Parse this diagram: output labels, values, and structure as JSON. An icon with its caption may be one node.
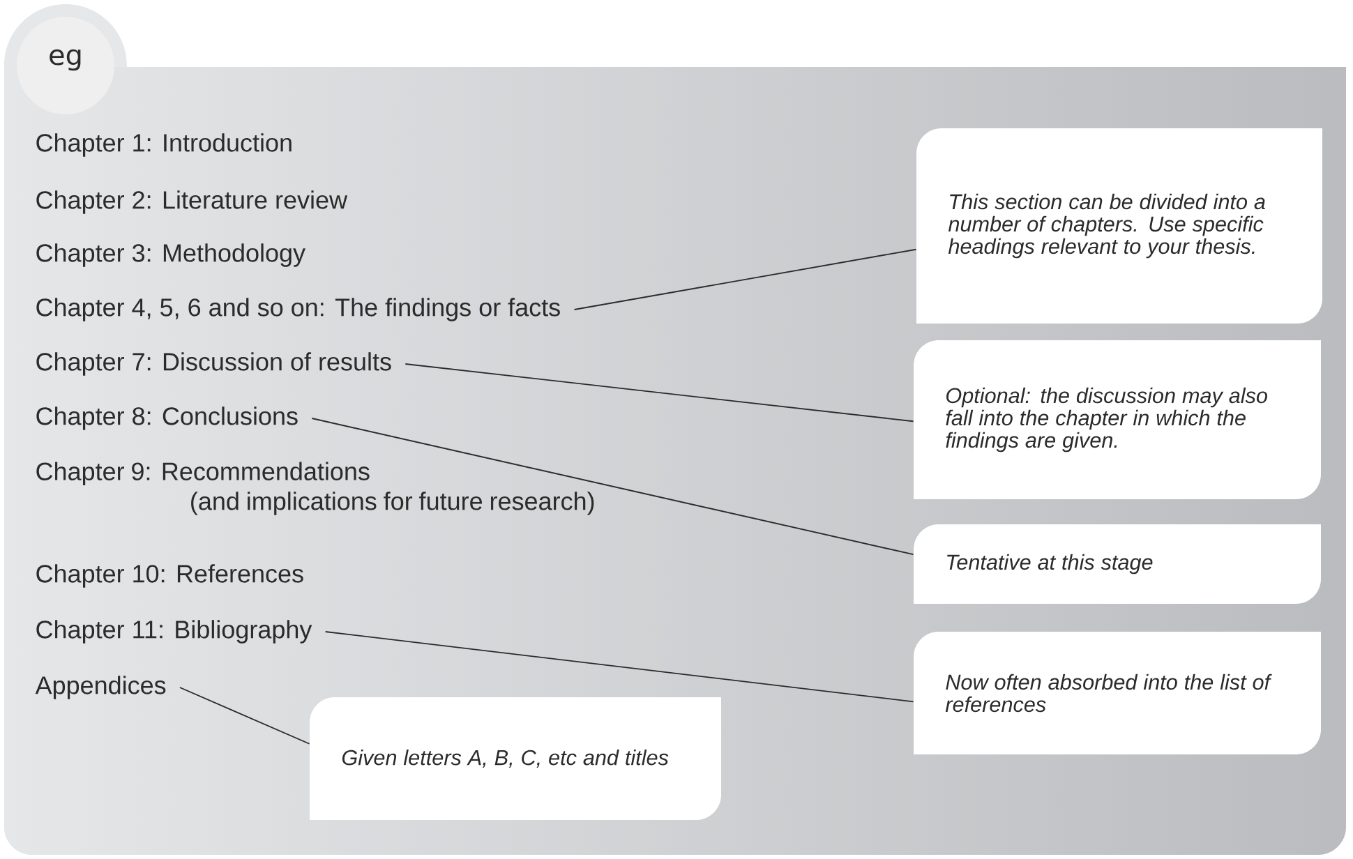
{
  "diagram": {
    "nodes": [
      {
        "text": [
          "eg"
        ]
      },
      {
        "text": [
          "Chapter 4, 5, 6 and so on: The findings or facts"
        ]
      },
      {
        "text": [
          "Chapter 7: Discussion of results"
        ]
      },
      {
        "text": [
          "Chapter 8: Conclusions"
        ]
      },
      {
        "text": [
          "Chapter 11: Bibliography"
        ]
      },
      {
        "text": [
          "Appendices"
        ]
      },
      {
        "text": [
          "This section can be divided into a number of chapters. Use specific headings relevant to your thesis."
        ]
      },
      {
        "text": [
          "Optional: the discussion may also fall into the chapter in which the findings are given."
        ]
      },
      {
        "text": [
          "Tentative at this stage"
        ]
      },
      {
        "text": [
          "Now often absorbed into the list of references"
        ]
      },
      {
        "text": [
          "Given letters A, B, C, etc and titles"
        ]
      }
    ],
    "edges": [
      {
        "from": 1,
        "to": 6,
        "arrow": "none"
      },
      {
        "from": 2,
        "to": 7,
        "arrow": "none"
      },
      {
        "from": 3,
        "to": 8,
        "arrow": "none"
      },
      {
        "from": 4,
        "to": 9,
        "arrow": "none"
      },
      {
        "from": 5,
        "to": 10,
        "arrow": "none"
      }
    ],
    "labels": [
      "Chapter 1: Introduction",
      "Chapter 2: Literature review",
      "Chapter 3: Methodology",
      "Chapter 9: Recommendations (and implications for future research)",
      "Chapter 10: References"
    ]
  }
}
